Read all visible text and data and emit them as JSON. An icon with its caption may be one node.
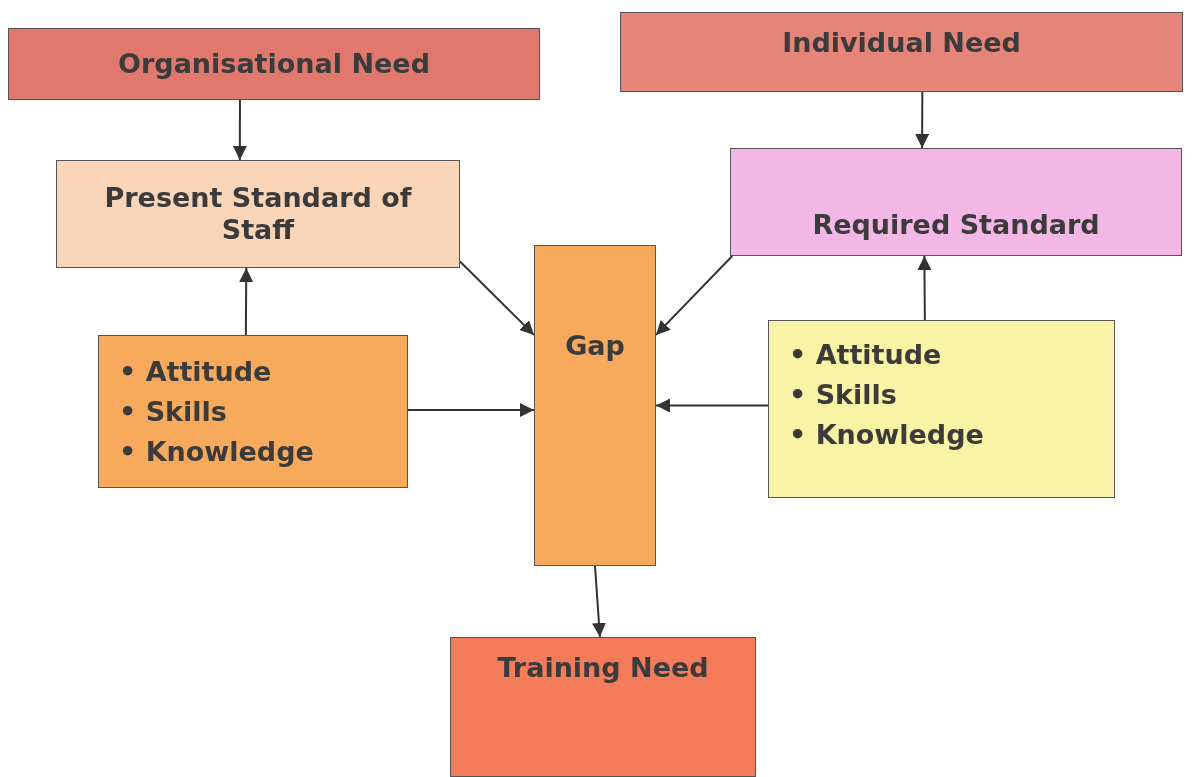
{
  "diagram": {
    "nodes": [
      {
        "text": [
          "Organisational Need"
        ]
      },
      {
        "text": [
          "Individual Need"
        ]
      },
      {
        "text": [
          "Present Standard of Staff"
        ]
      },
      {
        "text": [
          "Required Standard"
        ]
      },
      {
        "text": [
          "• Attitude",
          "• Skills",
          "• Knowledge"
        ]
      },
      {
        "text": [
          "Gap"
        ]
      },
      {
        "text": [
          "• Attitude",
          "• Skills",
          "• Knowledge"
        ]
      },
      {
        "text": [
          "Training Need"
        ]
      }
    ],
    "edges": [
      {
        "from": 0,
        "to": 2,
        "arrow": "to"
      },
      {
        "from": 1,
        "to": 3,
        "arrow": "to"
      },
      {
        "from": 4,
        "to": 2,
        "arrow": "to"
      },
      {
        "from": 2,
        "to": 5,
        "arrow": "to"
      },
      {
        "from": 4,
        "to": 5,
        "arrow": "to"
      },
      {
        "from": 3,
        "to": 5,
        "arrow": "to"
      },
      {
        "from": 6,
        "to": 5,
        "arrow": "to"
      },
      {
        "from": 6,
        "to": 3,
        "arrow": "to"
      },
      {
        "from": 5,
        "to": 7,
        "arrow": "to"
      }
    ]
  }
}
